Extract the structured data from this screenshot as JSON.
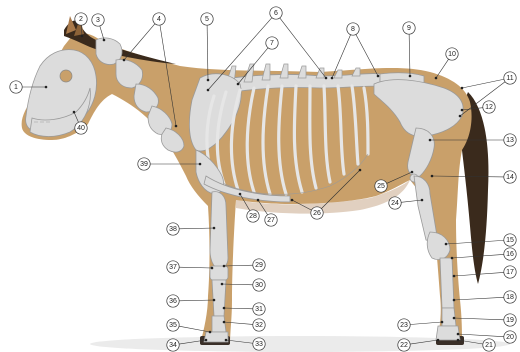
{
  "figure": {
    "colors": {
      "coat": "#c9a06a",
      "coat_shadow": "#a9794a",
      "mane": "#3a2a1c",
      "bone": "#dcdcdc",
      "bone_edge": "#9a9a9a",
      "label_ring": "#333333",
      "background": "#ffffff"
    },
    "callouts": [
      {
        "id": "c1",
        "label": "1"
      },
      {
        "id": "c2",
        "label": "2"
      },
      {
        "id": "c3",
        "label": "3"
      },
      {
        "id": "c4",
        "label": "4"
      },
      {
        "id": "c5",
        "label": "5"
      },
      {
        "id": "c6",
        "label": "6"
      },
      {
        "id": "c7",
        "label": "7"
      },
      {
        "id": "c8",
        "label": "8"
      },
      {
        "id": "c9",
        "label": "9"
      },
      {
        "id": "c10",
        "label": "10"
      },
      {
        "id": "c11",
        "label": "11"
      },
      {
        "id": "c12",
        "label": "12"
      },
      {
        "id": "c13",
        "label": "13"
      },
      {
        "id": "c14",
        "label": "14"
      },
      {
        "id": "c15",
        "label": "15"
      },
      {
        "id": "c16",
        "label": "16"
      },
      {
        "id": "c17",
        "label": "17"
      },
      {
        "id": "c18",
        "label": "18"
      },
      {
        "id": "c19",
        "label": "19"
      },
      {
        "id": "c20",
        "label": "20"
      },
      {
        "id": "c21",
        "label": "21"
      },
      {
        "id": "c22",
        "label": "22"
      },
      {
        "id": "c23",
        "label": "23"
      },
      {
        "id": "c24",
        "label": "24"
      },
      {
        "id": "c25",
        "label": "25"
      },
      {
        "id": "c26",
        "label": "26"
      },
      {
        "id": "c27",
        "label": "27"
      },
      {
        "id": "c28",
        "label": "28"
      },
      {
        "id": "c29",
        "label": "29"
      },
      {
        "id": "c30",
        "label": "30"
      },
      {
        "id": "c31",
        "label": "31"
      },
      {
        "id": "c32",
        "label": "32"
      },
      {
        "id": "c33",
        "label": "33"
      },
      {
        "id": "c34",
        "label": "34"
      },
      {
        "id": "c35",
        "label": "35"
      },
      {
        "id": "c36",
        "label": "36"
      },
      {
        "id": "c37",
        "label": "37"
      },
      {
        "id": "c38",
        "label": "38"
      },
      {
        "id": "c39",
        "label": "39"
      },
      {
        "id": "c40",
        "label": "40"
      }
    ]
  }
}
